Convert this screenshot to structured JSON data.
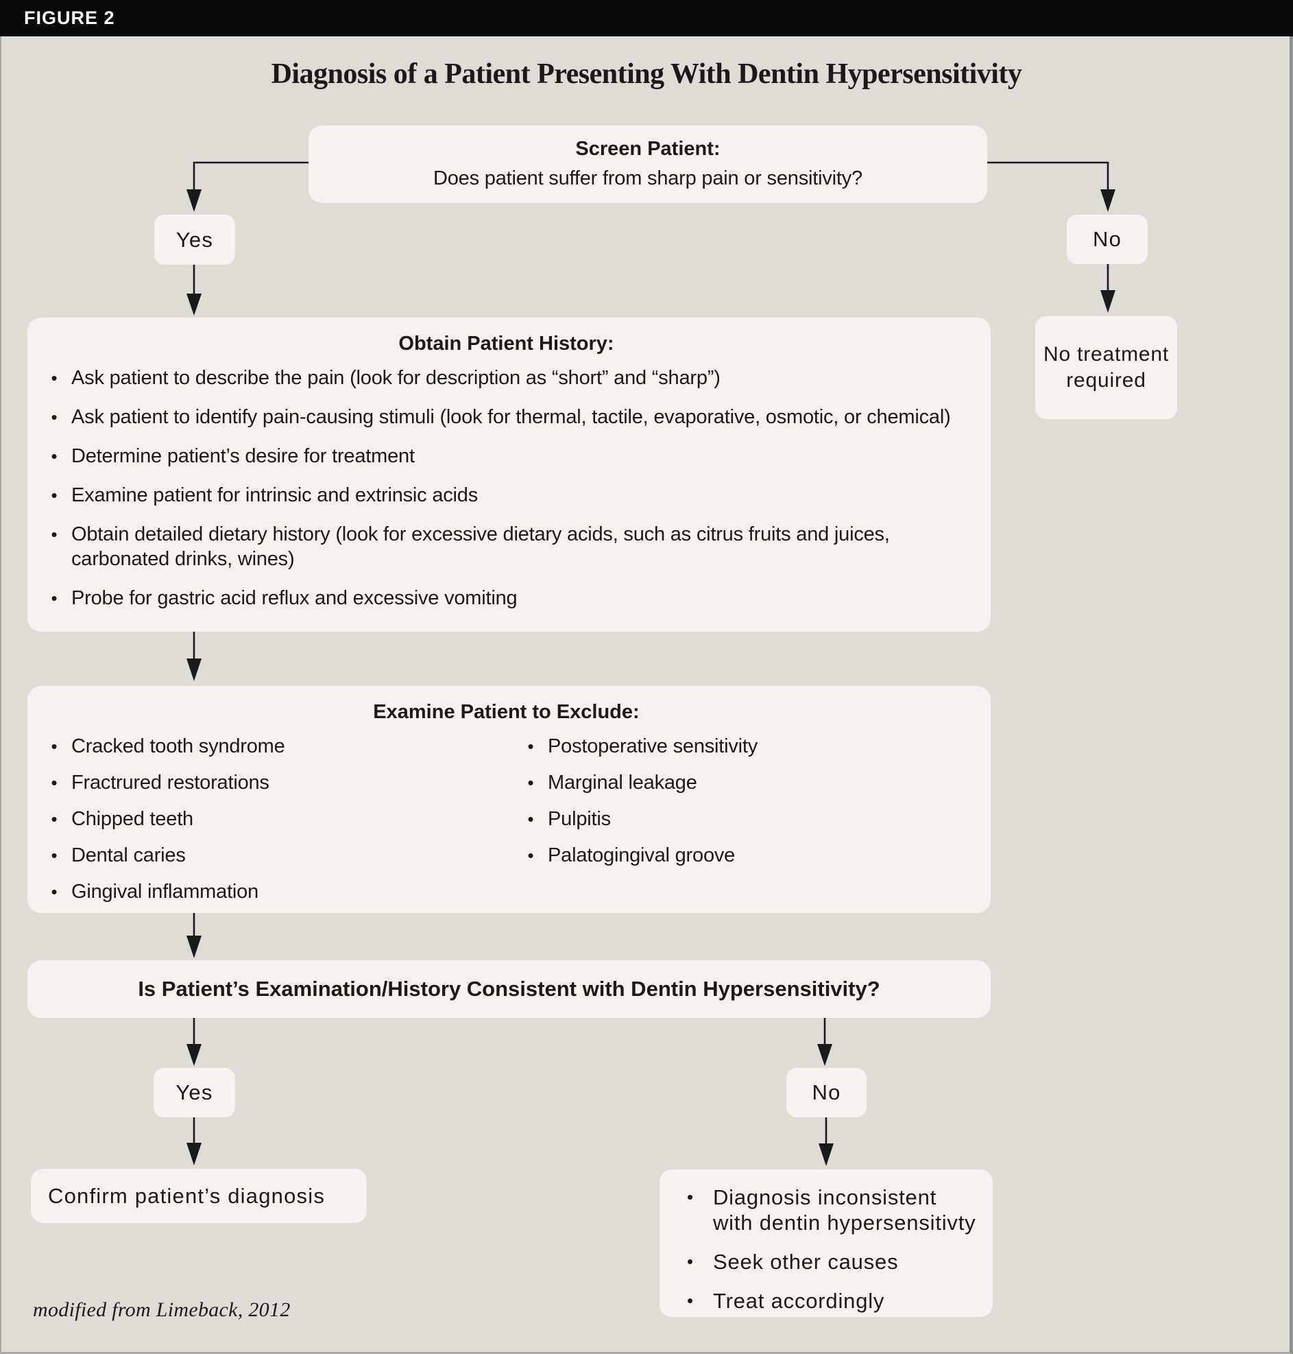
{
  "figure_label": "FIGURE 2",
  "title": "Diagnosis of a Patient Presenting With Dentin Hypersensitivity",
  "credit": "modified from Limeback, 2012",
  "screen": {
    "title": "Screen Patient:",
    "question": "Does patient suffer from sharp pain or sensitivity?"
  },
  "branch_top": {
    "yes": "Yes",
    "no": "No"
  },
  "no_treatment": "No treatment required",
  "history": {
    "title": "Obtain Patient History:",
    "items": [
      "Ask patient to describe the pain (look for description as “short” and “sharp”)",
      "Ask patient to identify pain-causing stimuli (look for thermal, tactile, evaporative, osmotic, or chemical)",
      "Determine patient’s desire for treatment",
      "Examine patient for intrinsic and extrinsic acids",
      "Obtain detailed dietary history (look for excessive dietary acids, such as citrus fruits and juices, carbonated drinks, wines)",
      "Probe for gastric acid reflux and excessive vomiting"
    ]
  },
  "exclude": {
    "title": "Examine Patient to Exclude:",
    "left_items": [
      "Cracked tooth syndrome",
      "Fractrured restorations",
      "Chipped teeth",
      "Dental caries",
      "Gingival inflammation"
    ],
    "right_items": [
      "Postoperative sensitivity",
      "Marginal leakage",
      "Pulpitis",
      "Palatogingival groove"
    ]
  },
  "question": "Is Patient’s Examination/History Consistent with Dentin Hypersensitivity?",
  "branch_bottom": {
    "yes": "Yes",
    "no": "No"
  },
  "confirm": "Confirm patient’s diagnosis",
  "inconsistent_items": [
    "Diagnosis inconsistent with dentin hypersensitivty",
    "Seek other causes",
    "Treat accordingly"
  ],
  "colors": {
    "page_bg": "#e0dbd5",
    "box_bg": "#f5f2ed",
    "bar_bg": "#0a0a0a",
    "text": "#1c1a19",
    "arrow": "#1a1a1a"
  }
}
